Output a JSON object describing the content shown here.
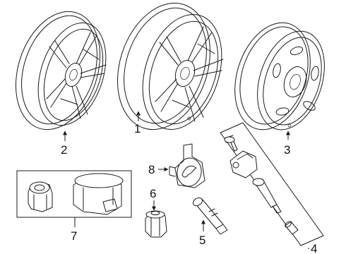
{
  "diagram": {
    "style": "exploded parts illustration, black line art on white",
    "callouts": [
      {
        "id": "1",
        "label": "1",
        "part": "alloy-wheel-center"
      },
      {
        "id": "2",
        "label": "2",
        "part": "alloy-wheel-left"
      },
      {
        "id": "3",
        "label": "3",
        "part": "steel-spare-wheel"
      },
      {
        "id": "4",
        "label": "4",
        "part": "tpms-sensor-kit"
      },
      {
        "id": "5",
        "label": "5",
        "part": "tpms-valve-stem"
      },
      {
        "id": "6",
        "label": "6",
        "part": "lug-nut"
      },
      {
        "id": "7",
        "label": "7",
        "part": "wheel-lock-kit"
      },
      {
        "id": "8",
        "label": "8",
        "part": "center-cap"
      }
    ]
  }
}
